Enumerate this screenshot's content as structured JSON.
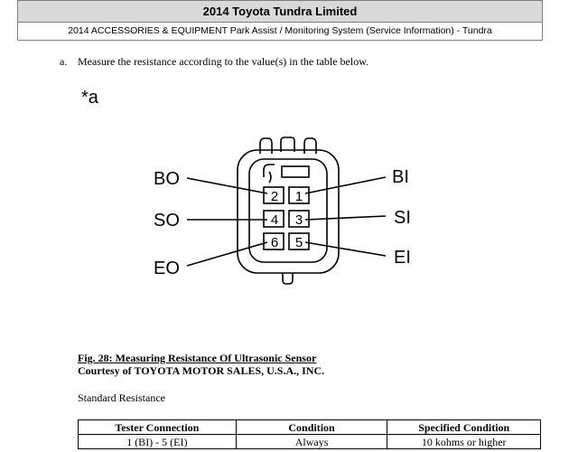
{
  "header": {
    "title": "2014 Toyota Tundra Limited",
    "subtitle": "2014 ACCESSORIES & EQUIPMENT Park Assist / Monitoring System (Service Information) - Tundra"
  },
  "step": {
    "marker": "a.",
    "text": "Measure the resistance according to the value(s) in the table below."
  },
  "figure": {
    "callout": "*a",
    "pins": [
      "2",
      "1",
      "4",
      "3",
      "6",
      "5"
    ],
    "left_labels": [
      "BO",
      "SO",
      "EO"
    ],
    "right_labels": [
      "BI",
      "SI",
      "EI"
    ]
  },
  "caption": {
    "figure_title": "Fig. 28: Measuring Resistance Of Ultrasonic Sensor",
    "courtesy": "Courtesy of TOYOTA MOTOR SALES, U.S.A., INC."
  },
  "standard_resistance_label": "Standard Resistance",
  "table": {
    "headers": [
      "Tester Connection",
      "Condition",
      "Specified Condition"
    ],
    "rows": [
      [
        "1 (BI) - 5 (EI)",
        "Always",
        "10 kohms or higher"
      ]
    ]
  }
}
